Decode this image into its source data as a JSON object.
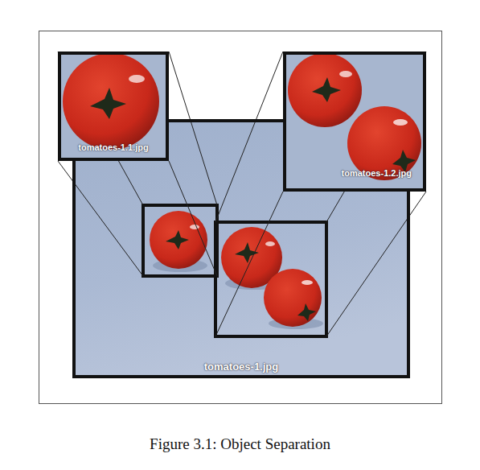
{
  "diagram": {
    "caption": "Figure 3.1: Object Separation",
    "nodes": [
      {
        "text": [
          "tomatoes-1.jpg"
        ]
      },
      {
        "text": [
          "tomatoes-1.1.jpg"
        ]
      },
      {
        "text": [
          "tomatoes-1.2.jpg"
        ]
      }
    ]
  }
}
